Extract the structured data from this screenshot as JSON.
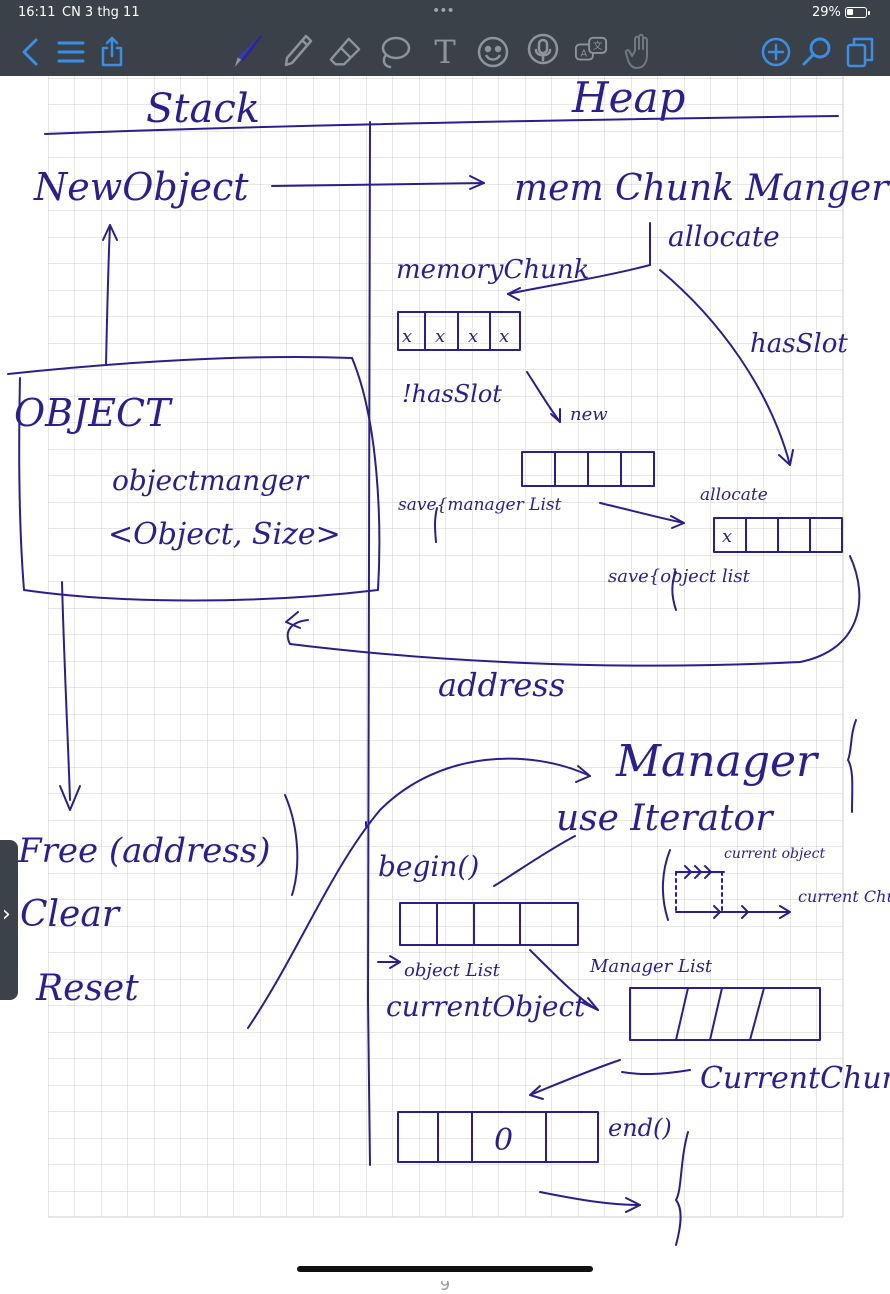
{
  "status_bar": {
    "time": "16:11",
    "date": "CN 3 thg 11",
    "multitask_dots": "•••",
    "battery_percent": "29%"
  },
  "toolbar": {
    "left_tools": [
      "back-icon",
      "list-icon",
      "share-icon"
    ],
    "center_tools": [
      "pen-icon",
      "pencil-icon",
      "eraser-icon",
      "lasso-icon",
      "text-icon",
      "sticker-icon",
      "microphone-icon",
      "translate-icon",
      "hand-icon"
    ],
    "right_tools": [
      "add-icon",
      "search-icon",
      "pages-icon"
    ],
    "text_tool_glyph": "T",
    "colors": {
      "background": "#3a4149",
      "inactive_icon": "#8c949c",
      "active_pen": "#3c39b8",
      "blue_icon": "#3a8ee6"
    }
  },
  "note": {
    "ink_color": "#2b1f8f",
    "page_number": "9",
    "handwriting": {
      "col_stack": "Stack",
      "col_heap": "Heap",
      "new_object": "NewObject",
      "mem_chunk_manager": "mem Chunk Manger",
      "allocate_1": "allocate",
      "memory_chunk": "memoryChunk",
      "has_slot": "hasSlot",
      "not_has_slot": "!hasSlot",
      "new": "new",
      "object_box_title": "OBJECT",
      "object_manager": "objectmanger",
      "object_size_pair": "<Object, Size>",
      "save_manager_list": "save{manager List",
      "allocate_2": "allocate",
      "save_object_list": "save{object list",
      "address": "address",
      "manager": "Manager",
      "use_iterator": "use Iterator",
      "current_object": "current object",
      "current_chunk_label": "current Chunk",
      "begin": "begin()",
      "free_address": "Free (address)",
      "clear": "Clear",
      "reset": "Reset",
      "object_list": "object List",
      "manager_list": "Manager List",
      "current_object_2": "currentObject",
      "current_chunk": "CurrentChunk",
      "end": "end()",
      "x_mark": "x",
      "slot_0": "0"
    }
  }
}
